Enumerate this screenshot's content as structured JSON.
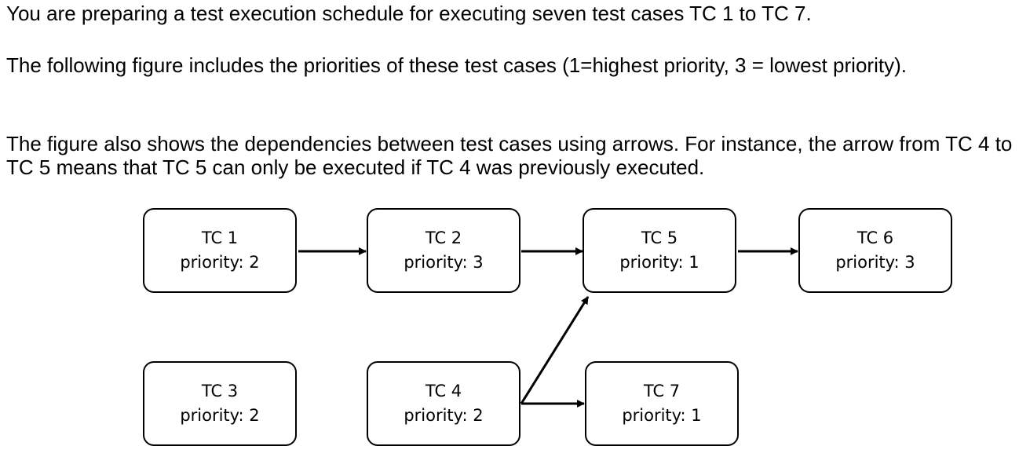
{
  "question": {
    "paragraph_1": "You are preparing a test execution schedule for executing seven test cases TC 1 to TC 7.",
    "paragraph_2": "The following figure includes the priorities of these test cases (1=highest priority, 3 = lowest priority).",
    "paragraph_3": "The figure also shows the dependencies between test cases using arrows. For instance, the arrow from TC 4 to TC 5 means that TC 5 can only be executed if TC 4 was previously executed."
  },
  "diagram": {
    "nodes": [
      {
        "id": "tc1",
        "name": "TC 1",
        "priority": "priority: 2"
      },
      {
        "id": "tc2",
        "name": "TC 2",
        "priority": "priority: 3"
      },
      {
        "id": "tc5",
        "name": "TC 5",
        "priority": "priority: 1"
      },
      {
        "id": "tc6",
        "name": "TC 6",
        "priority": "priority: 3"
      },
      {
        "id": "tc3",
        "name": "TC 3",
        "priority": "priority: 2"
      },
      {
        "id": "tc4",
        "name": "TC 4",
        "priority": "priority: 2"
      },
      {
        "id": "tc7",
        "name": "TC 7",
        "priority": "priority: 1"
      }
    ],
    "edges": [
      {
        "from": "tc1",
        "to": "tc2"
      },
      {
        "from": "tc2",
        "to": "tc5"
      },
      {
        "from": "tc5",
        "to": "tc6"
      },
      {
        "from": "tc4",
        "to": "tc5"
      },
      {
        "from": "tc4",
        "to": "tc7"
      }
    ]
  }
}
